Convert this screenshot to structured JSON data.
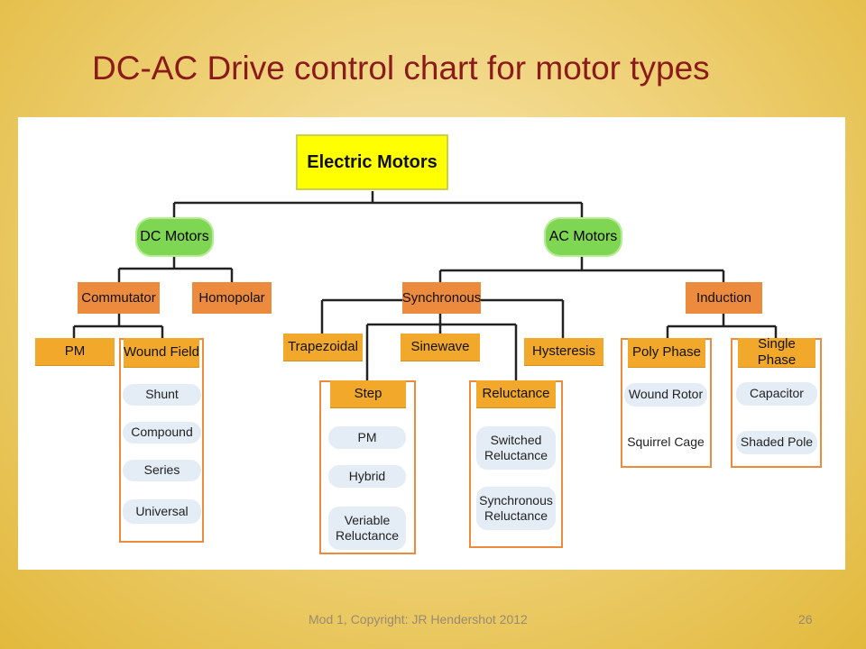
{
  "slide": {
    "title": "DC-AC Drive control chart for motor types",
    "footer": "Mod 1, Copyright: JR Hendershot 2012",
    "page_number": "26"
  },
  "diagram": {
    "root": "Electric Motors",
    "dc": {
      "label": "DC Motors",
      "commutator": "Commutator",
      "homopolar": "Homopolar",
      "pm": "PM",
      "wound_field": {
        "label": "Wound Field",
        "items": [
          "Shunt",
          "Compound",
          "Series",
          "Universal"
        ]
      }
    },
    "ac": {
      "label": "AC Motors",
      "synchronous": {
        "label": "Synchronous",
        "trapezoidal": "Trapezoidal",
        "sinewave": "Sinewave",
        "hysteresis": "Hysteresis",
        "step": {
          "label": "Step",
          "items": [
            "PM",
            "Hybrid",
            "Veriable\nReluctance"
          ]
        },
        "reluctance": {
          "label": "Reluctance",
          "items": [
            "Switched\nReluctance",
            "Synchronous\nReluctance"
          ]
        }
      },
      "induction": {
        "label": "Induction",
        "poly_phase": {
          "label": "Poly Phase",
          "items": [
            "Wound Rotor",
            "Squirrel Cage"
          ]
        },
        "single_phase": {
          "label": "Single Phase",
          "items": [
            "Capacitor",
            "Shaded Pole"
          ]
        }
      }
    }
  }
}
